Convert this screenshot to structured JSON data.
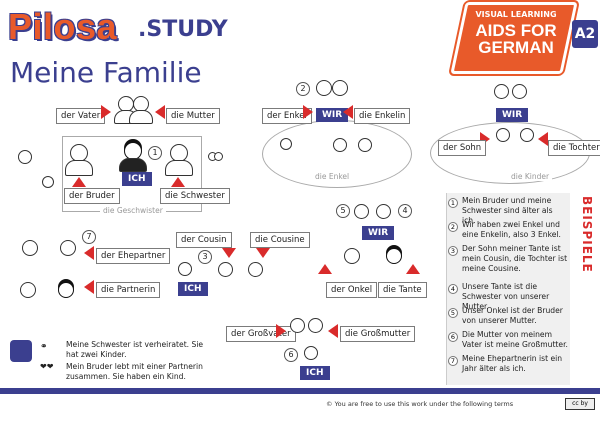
{
  "brand": {
    "name": "Pilosa",
    "suffix": ".STUDY"
  },
  "badge": {
    "top": "VISUAL LEARNING",
    "main_line1": "AIDS FOR",
    "main_line2": "GERMAN",
    "level": "A2"
  },
  "title": "Meine Familie",
  "labels": {
    "vater": "der Vater",
    "mutter": "die Mutter",
    "ich1": "ICH",
    "bruder": "der Bruder",
    "schwester": "die Schwester",
    "geschwister": "die Geschwister",
    "enkel": "der Enkel",
    "enkelin": "die Enkelin",
    "wir1": "WIR",
    "die_enkel": "die Enkel",
    "wir2": "WIR",
    "sohn": "der Sohn",
    "tochter": "die Tochter",
    "kinder": "die Kinder",
    "ehepartner": "der Ehepartner",
    "partnerin": "die Partnerin",
    "cousin": "der Cousin",
    "cousine": "die Cousine",
    "ich2": "ICH",
    "wir3": "WIR",
    "onkel": "der Onkel",
    "tante": "die Tante",
    "grossvater": "der Großvater",
    "grossmutter": "die Großmutter",
    "ich3": "ICH"
  },
  "numbers": {
    "n1": "1",
    "n2": "2",
    "n3": "3",
    "n4": "4",
    "n5": "5",
    "n6": "6",
    "n7": "7"
  },
  "examples": {
    "heading": "BEISPIELE",
    "items": [
      {
        "num": "1",
        "text": "Mein Bruder und meine Schwester sind älter als ich."
      },
      {
        "num": "2",
        "text": "Wir haben zwei Enkel und eine Enkelin, also 3 Enkel."
      },
      {
        "num": "3",
        "text": "Der Sohn meiner Tante ist mein Cousin, die Tochter ist meine Cousine."
      },
      {
        "num": "4",
        "text": "Unsere Tante ist die Schwester von unserer Mutter."
      },
      {
        "num": "5",
        "text": "Unser Onkel ist der Bruder von unserer Mutter."
      },
      {
        "num": "6",
        "text": "Die Mutter von meinem Vater ist meine Großmutter."
      },
      {
        "num": "7",
        "text": "Meine Ehepartnerin ist ein Jahr älter als ich."
      }
    ]
  },
  "info": {
    "line1": "Meine Schwester ist verheiratet. Sie hat zwei Kinder.",
    "line2": "Mein Bruder lebt mit einer Partnerin zusammen. Sie haben ein Kind."
  },
  "footer": {
    "text": "© You are free to use this work under the following terms",
    "cc": "cc by"
  },
  "colors": {
    "orange": "#e85a2a",
    "navy": "#3b3f8f",
    "red": "#d92b2b"
  }
}
